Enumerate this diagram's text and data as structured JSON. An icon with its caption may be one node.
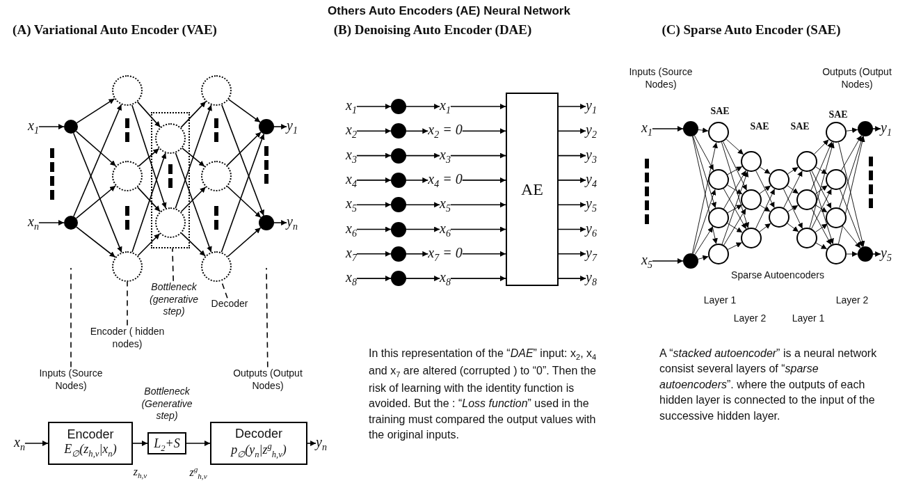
{
  "diagram": {
    "title": "Others Auto Encoders (AE) Neural Network",
    "nodes": [
      {
        "text": [
          "x$_{1}$"
        ]
      },
      {
        "text": [
          "x$_{n}$"
        ]
      },
      {
        "text": [],
        "shape": "circle"
      },
      {
        "text": [],
        "shape": "circle"
      },
      {
        "text": [],
        "shape": "circle"
      },
      {
        "text": [],
        "shape": "circle"
      },
      {
        "text": [],
        "shape": "circle"
      },
      {
        "text": [],
        "shape": "box"
      },
      {
        "text": [],
        "shape": "circle",
        "in": 7
      },
      {
        "text": [],
        "shape": "circle",
        "in": 7
      },
      {
        "text": [],
        "shape": "circle"
      },
      {
        "text": [],
        "shape": "circle"
      },
      {
        "text": [],
        "shape": "circle"
      },
      {
        "text": [],
        "shape": "circle"
      },
      {
        "text": [],
        "shape": "circle"
      },
      {
        "text": [
          "y$_{1}$"
        ]
      },
      {
        "text": [
          "y$_{n}$"
        ]
      },
      {
        "text": [
          "Inputs (Source Nodes)"
        ]
      },
      {
        "text": [
          "Encoder ( hidden nodes)"
        ]
      },
      {
        "text": [
          "Bottleneck (generative step)"
        ]
      },
      {
        "text": [
          "Decoder"
        ]
      },
      {
        "text": [
          "Outputs (Output Nodes)"
        ]
      },
      {
        "text": [
          "x$_{n}$"
        ]
      },
      {
        "text": [
          "Encoder",
          "E$_{∅}$(z$_{h,v}$|x$_{n}$)"
        ]
      },
      {
        "text": [
          "L$_{2}$+S"
        ],
        "beside": [
          "Bottleneck (Generative step)"
        ]
      },
      {
        "text": [
          "Decoder",
          "p$_{∅}$(y$_{n}$|z$^{g}$$_{h,v}$)"
        ]
      },
      {
        "text": [
          "y$_{n}$"
        ]
      },
      {
        "text": [
          "x$_{1}$"
        ]
      },
      {
        "text": [
          "x$_{2}$"
        ]
      },
      {
        "text": [
          "x$_{3}$"
        ]
      },
      {
        "text": [
          "x$_{4}$"
        ]
      },
      {
        "text": [
          "x$_{5}$"
        ]
      },
      {
        "text": [
          "x$_{6}$"
        ]
      },
      {
        "text": [
          "x$_{7}$"
        ]
      },
      {
        "text": [
          "x$_{8}$"
        ]
      },
      {
        "text": [],
        "shape": "circle"
      },
      {
        "text": [],
        "shape": "circle"
      },
      {
        "text": [],
        "shape": "circle"
      },
      {
        "text": [],
        "shape": "circle"
      },
      {
        "text": [],
        "shape": "circle"
      },
      {
        "text": [],
        "shape": "circle"
      },
      {
        "text": [],
        "shape": "circle"
      },
      {
        "text": [],
        "shape": "circle"
      },
      {
        "text": [
          "x$_{1}$"
        ]
      },
      {
        "text": [
          "x$_{2}$ = 0"
        ]
      },
      {
        "text": [
          "x$_{3}$"
        ]
      },
      {
        "text": [
          "x$_{4}$ = 0"
        ]
      },
      {
        "text": [
          "x$_{5}$"
        ]
      },
      {
        "text": [
          "x$_{6}$"
        ]
      },
      {
        "text": [
          "x$_{7}$ = 0"
        ]
      },
      {
        "text": [
          "x$_{8}$"
        ]
      },
      {
        "text": [
          "AE"
        ]
      },
      {
        "text": [
          "y$_{1}$"
        ]
      },
      {
        "text": [
          "y$_{2}$"
        ]
      },
      {
        "text": [
          "y$_{3}$"
        ]
      },
      {
        "text": [
          "y$_{4}$"
        ]
      },
      {
        "text": [
          "y$_{5}$"
        ]
      },
      {
        "text": [
          "y$_{6}$"
        ]
      },
      {
        "text": [
          "y$_{7}$"
        ]
      },
      {
        "text": [
          "y$_{8}$"
        ]
      },
      {
        "text": [
          "x$_{1}$"
        ]
      },
      {
        "text": [
          "x$_{5}$"
        ]
      },
      {
        "text": [],
        "shape": "circle"
      },
      {
        "text": [],
        "shape": "circle"
      },
      {
        "text": [],
        "shape": "circle"
      },
      {
        "text": [],
        "shape": "circle"
      },
      {
        "text": [],
        "shape": "circle"
      },
      {
        "text": [],
        "shape": "circle"
      },
      {
        "text": [],
        "shape": "circle"
      },
      {
        "text": [],
        "shape": "circle"
      },
      {
        "text": [],
        "shape": "circle"
      },
      {
        "text": [],
        "shape": "circle"
      },
      {
        "text": [],
        "shape": "circle"
      },
      {
        "text": [],
        "shape": "circle"
      },
      {
        "text": [],
        "shape": "circle"
      },
      {
        "text": [],
        "shape": "circle"
      },
      {
        "text": [],
        "shape": "circle"
      },
      {
        "text": [],
        "shape": "circle"
      },
      {
        "text": [],
        "shape": "circle"
      },
      {
        "text": [],
        "shape": "circle"
      },
      {
        "text": [],
        "shape": "circle"
      },
      {
        "text": [],
        "shape": "circle"
      },
      {
        "text": [
          "y$_{1}$"
        ]
      },
      {
        "text": [
          "y$_{5}$"
        ]
      }
    ],
    "edges": [
      {
        "from": 0,
        "to": 2,
        "arrow": "to"
      },
      {
        "from": 1,
        "to": 3,
        "arrow": "to"
      },
      {
        "from": 2,
        "to": 4,
        "arrow": "to"
      },
      {
        "from": 2,
        "to": 5,
        "arrow": "to"
      },
      {
        "from": 2,
        "to": 6,
        "arrow": "to"
      },
      {
        "from": 3,
        "to": 4,
        "arrow": "to"
      },
      {
        "from": 3,
        "to": 5,
        "arrow": "to"
      },
      {
        "from": 3,
        "to": 6,
        "arrow": "to"
      },
      {
        "from": 4,
        "to": 8,
        "arrow": "to"
      },
      {
        "from": 4,
        "to": 9,
        "arrow": "to"
      },
      {
        "from": 5,
        "to": 8,
        "arrow": "to"
      },
      {
        "from": 5,
        "to": 9,
        "arrow": "to"
      },
      {
        "from": 6,
        "to": 8,
        "arrow": "to"
      },
      {
        "from": 6,
        "to": 9,
        "arrow": "to"
      },
      {
        "from": 8,
        "to": 10,
        "arrow": "to"
      },
      {
        "from": 8,
        "to": 11,
        "arrow": "to"
      },
      {
        "from": 8,
        "to": 12,
        "arrow": "to"
      },
      {
        "from": 9,
        "to": 10,
        "arrow": "to"
      },
      {
        "from": 9,
        "to": 11,
        "arrow": "to"
      },
      {
        "from": 9,
        "to": 12,
        "arrow": "to"
      },
      {
        "from": 10,
        "to": 13,
        "arrow": "to"
      },
      {
        "from": 10,
        "to": 14,
        "arrow": "to"
      },
      {
        "from": 11,
        "to": 13,
        "arrow": "to"
      },
      {
        "from": 11,
        "to": 14,
        "arrow": "to"
      },
      {
        "from": 12,
        "to": 13,
        "arrow": "to"
      },
      {
        "from": 12,
        "to": 14,
        "arrow": "to"
      },
      {
        "from": 13,
        "to": 15,
        "arrow": "to"
      },
      {
        "from": 14,
        "to": 16,
        "arrow": "to"
      },
      {
        "from": 17,
        "to": null,
        "arrow": "none",
        "style": "dashed"
      },
      {
        "from": 18,
        "to": 6,
        "arrow": "none",
        "style": "dashed"
      },
      {
        "from": 19,
        "to": 7,
        "arrow": "none",
        "style": "dashed"
      },
      {
        "from": 20,
        "to": 12,
        "arrow": "none",
        "style": "dashed"
      },
      {
        "from": 21,
        "to": null,
        "arrow": "none",
        "style": "dashed"
      },
      {
        "from": 22,
        "to": 23,
        "arrow": "to"
      },
      {
        "from": 23,
        "to": 24,
        "arrow": "to",
        "label": "z$_{h,v}$"
      },
      {
        "from": 24,
        "to": 25,
        "arrow": "to",
        "label": "z$^{g}$$_{h,v}$"
      },
      {
        "from": 25,
        "to": 26,
        "arrow": "to"
      },
      {
        "from": 27,
        "to": 35,
        "arrow": "to"
      },
      {
        "from": 35,
        "to": 43,
        "arrow": "to"
      },
      {
        "from": 43,
        "to": 51,
        "arrow": "to"
      },
      {
        "from": 51,
        "to": 52,
        "arrow": "to"
      },
      {
        "from": 28,
        "to": 36,
        "arrow": "to"
      },
      {
        "from": 36,
        "to": 44,
        "arrow": "to"
      },
      {
        "from": 44,
        "to": 51,
        "arrow": "to"
      },
      {
        "from": 51,
        "to": 53,
        "arrow": "to"
      },
      {
        "from": 29,
        "to": 37,
        "arrow": "to"
      },
      {
        "from": 37,
        "to": 45,
        "arrow": "to"
      },
      {
        "from": 45,
        "to": 51,
        "arrow": "to"
      },
      {
        "from": 51,
        "to": 54,
        "arrow": "to"
      },
      {
        "from": 30,
        "to": 38,
        "arrow": "to"
      },
      {
        "from": 38,
        "to": 46,
        "arrow": "to"
      },
      {
        "from": 46,
        "to": 51,
        "arrow": "to"
      },
      {
        "from": 51,
        "to": 55,
        "arrow": "to"
      },
      {
        "from": 31,
        "to": 39,
        "arrow": "to"
      },
      {
        "from": 39,
        "to": 47,
        "arrow": "to"
      },
      {
        "from": 47,
        "to": 51,
        "arrow": "to"
      },
      {
        "from": 51,
        "to": 56,
        "arrow": "to"
      },
      {
        "from": 32,
        "to": 40,
        "arrow": "to"
      },
      {
        "from": 40,
        "to": 48,
        "arrow": "to"
      },
      {
        "from": 48,
        "to": 51,
        "arrow": "to"
      },
      {
        "from": 51,
        "to": 57,
        "arrow": "to"
      },
      {
        "from": 33,
        "to": 41,
        "arrow": "to"
      },
      {
        "from": 41,
        "to": 49,
        "arrow": "to"
      },
      {
        "from": 49,
        "to": 51,
        "arrow": "to"
      },
      {
        "from": 51,
        "to": 58,
        "arrow": "to"
      },
      {
        "from": 34,
        "to": 42,
        "arrow": "to"
      },
      {
        "from": 42,
        "to": 50,
        "arrow": "to"
      },
      {
        "from": 50,
        "to": 51,
        "arrow": "to"
      },
      {
        "from": 51,
        "to": 59,
        "arrow": "to"
      },
      {
        "from": 60,
        "to": 62,
        "arrow": "to"
      },
      {
        "from": 61,
        "to": 63,
        "arrow": "to"
      },
      {
        "from": 62,
        "to": 64,
        "arrow": "to"
      },
      {
        "from": 62,
        "to": 65,
        "arrow": "to"
      },
      {
        "from": 62,
        "to": 66,
        "arrow": "to"
      },
      {
        "from": 62,
        "to": 67,
        "arrow": "to"
      },
      {
        "from": 63,
        "to": 64,
        "arrow": "to"
      },
      {
        "from": 63,
        "to": 65,
        "arrow": "to"
      },
      {
        "from": 63,
        "to": 66,
        "arrow": "to"
      },
      {
        "from": 63,
        "to": 67,
        "arrow": "to"
      },
      {
        "from": 64,
        "to": 68,
        "arrow": "to"
      },
      {
        "from": 64,
        "to": 69,
        "arrow": "to"
      },
      {
        "from": 64,
        "to": 70,
        "arrow": "to"
      },
      {
        "from": 65,
        "to": 68,
        "arrow": "to"
      },
      {
        "from": 65,
        "to": 69,
        "arrow": "to"
      },
      {
        "from": 65,
        "to": 70,
        "arrow": "to"
      },
      {
        "from": 66,
        "to": 68,
        "arrow": "to"
      },
      {
        "from": 66,
        "to": 69,
        "arrow": "to"
      },
      {
        "from": 66,
        "to": 70,
        "arrow": "to"
      },
      {
        "from": 67,
        "to": 68,
        "arrow": "to"
      },
      {
        "from": 67,
        "to": 69,
        "arrow": "to"
      },
      {
        "from": 67,
        "to": 70,
        "arrow": "to"
      },
      {
        "from": 68,
        "to": 71,
        "arrow": "to"
      },
      {
        "from": 68,
        "to": 72,
        "arrow": "to"
      },
      {
        "from": 69,
        "to": 71,
        "arrow": "to"
      },
      {
        "from": 69,
        "to": 72,
        "arrow": "to"
      },
      {
        "from": 70,
        "to": 71,
        "arrow": "to"
      },
      {
        "from": 70,
        "to": 72,
        "arrow": "to"
      },
      {
        "from": 71,
        "to": 73,
        "arrow": "to"
      },
      {
        "from": 71,
        "to": 74,
        "arrow": "to"
      },
      {
        "from": 71,
        "to": 75,
        "arrow": "to"
      },
      {
        "from": 72,
        "to": 73,
        "arrow": "to"
      },
      {
        "from": 72,
        "to": 74,
        "arrow": "to"
      },
      {
        "from": 72,
        "to": 75,
        "arrow": "to"
      },
      {
        "from": 73,
        "to": 76,
        "arrow": "to"
      },
      {
        "from": 73,
        "to": 77,
        "arrow": "to"
      },
      {
        "from": 73,
        "to": 78,
        "arrow": "to"
      },
      {
        "from": 73,
        "to": 79,
        "arrow": "to"
      },
      {
        "from": 74,
        "to": 76,
        "arrow": "to"
      },
      {
        "from": 74,
        "to": 77,
        "arrow": "to"
      },
      {
        "from": 74,
        "to": 78,
        "arrow": "to"
      },
      {
        "from": 74,
        "to": 79,
        "arrow": "to"
      },
      {
        "from": 75,
        "to": 76,
        "arrow": "to"
      },
      {
        "from": 75,
        "to": 77,
        "arrow": "to"
      },
      {
        "from": 75,
        "to": 78,
        "arrow": "to"
      },
      {
        "from": 75,
        "to": 79,
        "arrow": "to"
      },
      {
        "from": 76,
        "to": 80,
        "arrow": "to"
      },
      {
        "from": 76,
        "to": 81,
        "arrow": "to"
      },
      {
        "from": 77,
        "to": 80,
        "arrow": "to"
      },
      {
        "from": 77,
        "to": 81,
        "arrow": "to"
      },
      {
        "from": 78,
        "to": 80,
        "arrow": "to"
      },
      {
        "from": 78,
        "to": 81,
        "arrow": "to"
      },
      {
        "from": 79,
        "to": 80,
        "arrow": "to"
      },
      {
        "from": 79,
        "to": 81,
        "arrow": "to"
      },
      {
        "from": 80,
        "to": 82,
        "arrow": "to"
      },
      {
        "from": 81,
        "to": 83,
        "arrow": "to"
      }
    ],
    "labels": [
      "(A) Variational Auto Encoder (VAE)",
      "(B) Denoising Auto Encoder (DAE)",
      "(C) Sparse Auto Encoder (SAE)",
      "Inputs (Source Nodes)",
      "Outputs (Output Nodes)",
      "SAE",
      "SAE",
      "SAE",
      "SAE",
      "Sparse Autoencoders",
      "Layer 1",
      "Layer 2",
      "Layer 1",
      "Layer 2",
      "In this representation of the “*DAE*” input: x$_{2}$, x$_{4}$ and x$_{7}$ are altered (corrupted ) to “0”. Then the risk of learning with the identity function is avoided. But the : “*Loss function*” used in the training must compared the output values with the original inputs.",
      "A “*stacked autoencoder*” is a neural network consist several layers of “*sparse autoencoders*”. where the outputs of each hidden layer is connected to the input of the successive hidden layer."
    ]
  }
}
